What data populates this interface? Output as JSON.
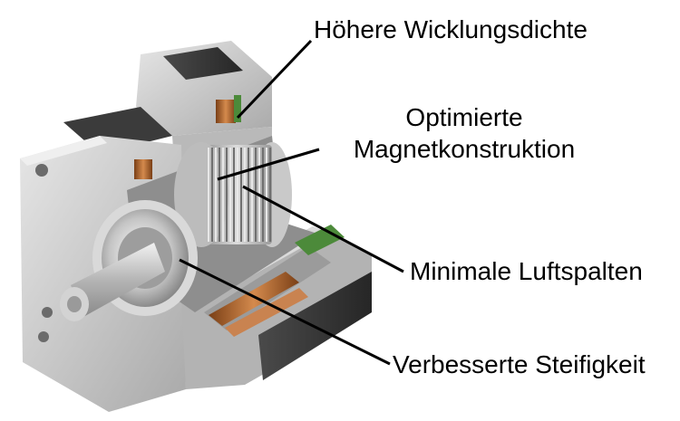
{
  "labels": {
    "winding_density": "Höhere Wicklungsdichte",
    "magnet_line1": "Optimierte",
    "magnet_line2": "Magnetkonstruktion",
    "air_gap": "Minimale Luftspalten",
    "stiffness": "Verbesserte Steifigkeit"
  },
  "colors": {
    "housing": "#c9c9c9",
    "housing_dark": "#3a3a3a",
    "rotor": "#b8b8b8",
    "copper": "#b8703a",
    "insulation_green": "#4c8a3a",
    "leader_line": "#000000"
  }
}
